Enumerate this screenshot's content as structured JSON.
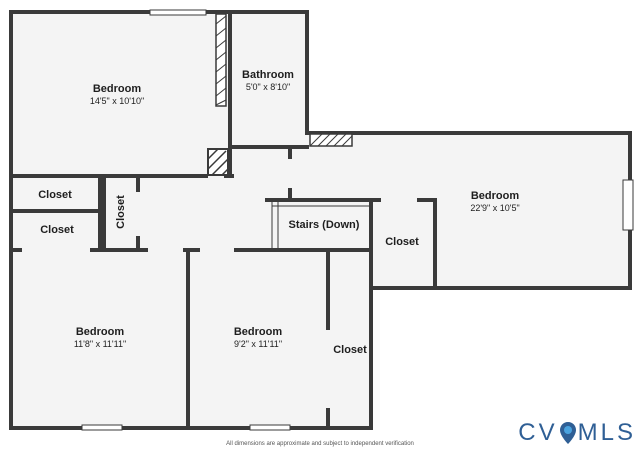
{
  "rooms": {
    "bedroom_top_left": {
      "name": "Bedroom",
      "dims": "14'5\" x 10'10\""
    },
    "bathroom": {
      "name": "Bathroom",
      "dims": "5'0\" x 8'10\""
    },
    "bedroom_right": {
      "name": "Bedroom",
      "dims": "22'9\" x 10'5\""
    },
    "bedroom_bottom_left": {
      "name": "Bedroom",
      "dims": "11'8\" x 11'11\""
    },
    "bedroom_bottom_mid": {
      "name": "Bedroom",
      "dims": "9'2\" x 11'11\""
    }
  },
  "closets": {
    "closet_1": "Closet",
    "closet_2": "Closet",
    "closet_vertical": "Closet",
    "closet_stairs": "Closet",
    "closet_bottom": "Closet"
  },
  "stairs": "Stairs (Down)",
  "footer": {
    "disclaimer": "All dimensions are approximate and subject to independent verification",
    "logo_left": "CV",
    "logo_right": "MLS"
  },
  "colors": {
    "wall": "#3a3a3a",
    "floor": "#f4f4f4",
    "logo_blue": "#2f5f95",
    "logo_accent": "#4aa3df"
  }
}
